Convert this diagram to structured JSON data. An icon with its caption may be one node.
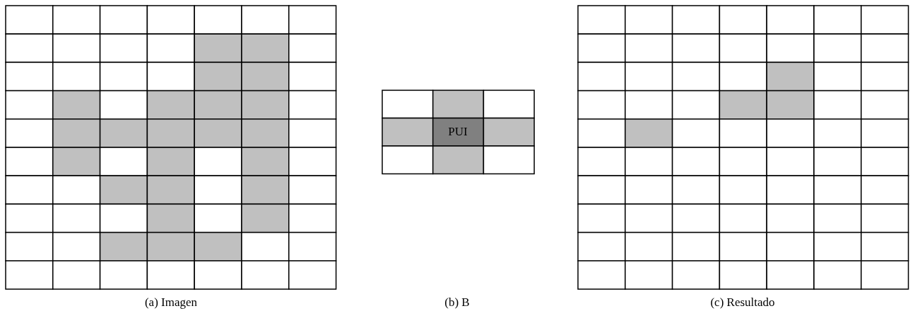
{
  "diagram": {
    "labels": [
      "PUI",
      "(a) Imagen",
      "(b) B",
      "(c) Resultado"
    ]
  }
}
